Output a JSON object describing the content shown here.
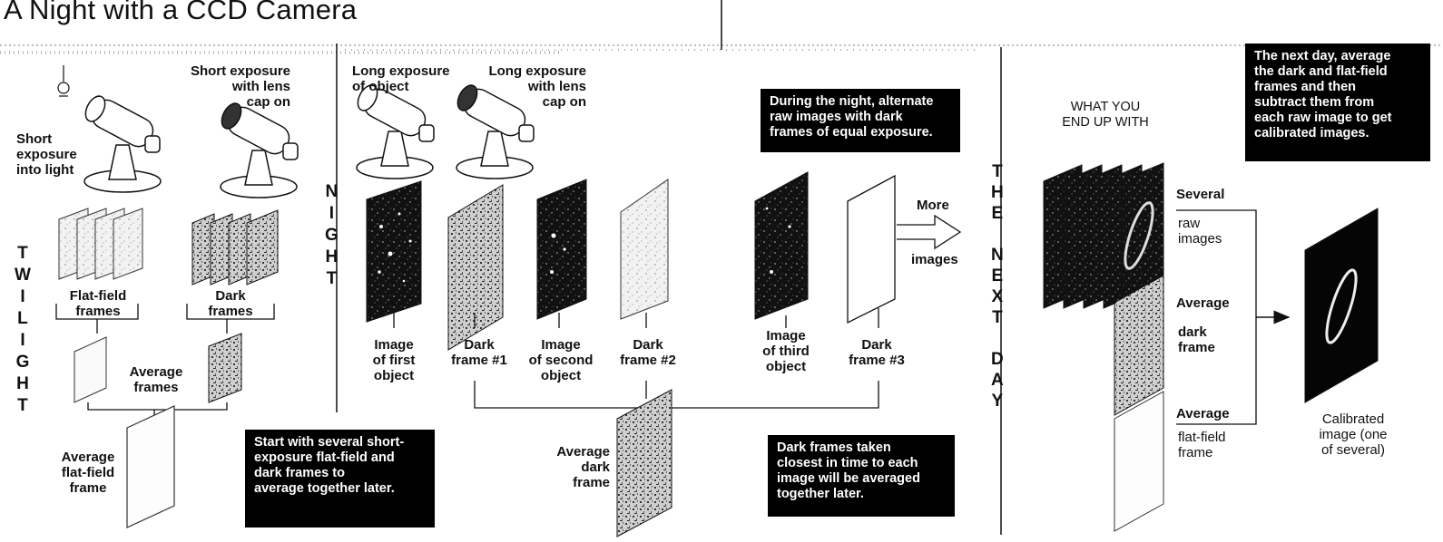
{
  "title": "A Night with a CCD Camera",
  "sections": {
    "twilight": "T\nW\nI\nL\nI\nG\nH\nT",
    "night": "N\nI\nG\nH\nT",
    "next_day": "T\nH\nE\n\nN\nE\nX\nT\n\nD\nA\nY"
  },
  "twilight": {
    "light_source": "Short\nexposure\ninto light",
    "cap_on": "Short exposure\nwith lens\ncap on",
    "flat_frames": "Flat-field\nframes",
    "dark_frames": "Dark\nframes",
    "average_frames": "Average\nframes",
    "avg_flat": "Average\nflat-field\nframe",
    "note": "Start with several short-\nexposure flat-field and\ndark frames to\naverage together later."
  },
  "night": {
    "long_object": "Long exposure\nof object",
    "long_cap": "Long exposure\nwith lens\ncap on",
    "image1": "Image\nof first\nobject",
    "dark1": "Dark\nframe #1",
    "image2": "Image\nof second\nobject",
    "dark2": "Dark\nframe #2",
    "avg_dark": "Average\ndark\nframe",
    "alt_note": "During the night, alternate\nraw images with dark\nframes of equal exposure.",
    "image3": "Image\nof third\nobject",
    "dark3": "Dark\nframe #3",
    "more": "More",
    "images": "images",
    "later_note": "Dark frames taken\nclosest in time to each\nimage will be averaged\ntogether later."
  },
  "next_day": {
    "what": "WHAT YOU\nEND UP WITH",
    "several": "Several",
    "raw": "raw\nimages",
    "avg_dark_label": "Average",
    "avg_dark_sub": "dark\nframe",
    "avg_flat_label": "Average",
    "avg_flat_sub": "flat-field\nframe",
    "calibrated": "Calibrated\nimage (one\nof several)",
    "note": "The next day, average\nthe dark and flat-field\nframes and then\nsubtract them from\neach raw image to get\ncalibrated images."
  }
}
